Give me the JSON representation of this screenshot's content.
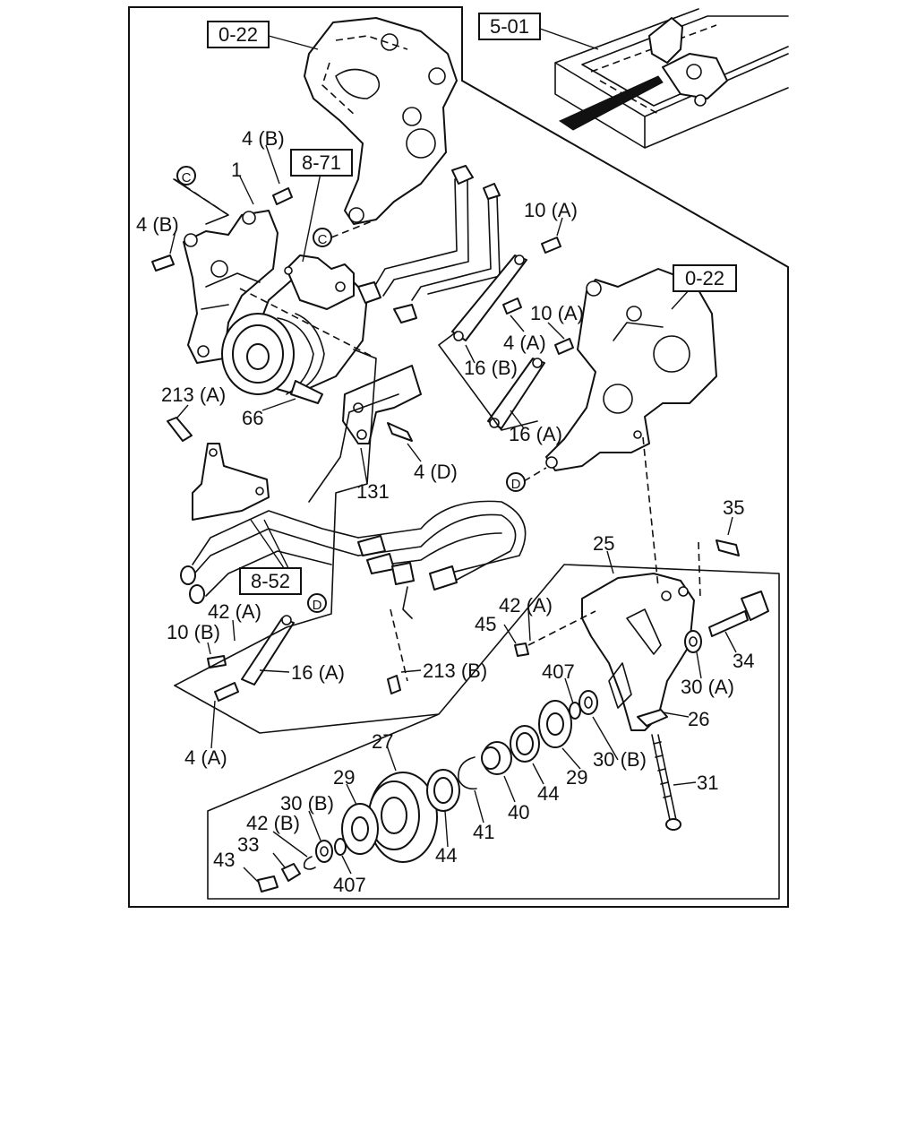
{
  "refs": {
    "r022_top": "0-22",
    "r501": "5-01",
    "r871": "8-71",
    "r022_right": "0-22",
    "r852": "8-52"
  },
  "circles": {
    "c1": "C",
    "c2": "C",
    "d1": "D",
    "d2": "D"
  },
  "labels": {
    "l_4b_top": "4 (B)",
    "l_1": "1",
    "l_4b_left": "4 (B)",
    "l_10a_top": "10 (A)",
    "l_10a_mid": "10 (A)",
    "l_4a_mid": "4 (A)",
    "l_16b": "16 (B)",
    "l_213a": "213 (A)",
    "l_66": "66",
    "l_16a_right": "16 (A)",
    "l_4d": "4 (D)",
    "l_131": "131",
    "l_35": "35",
    "l_25": "25",
    "l_42a_left": "42 (A)",
    "l_10b": "10 (B)",
    "l_16a_low": "16 (A)",
    "l_4a_low": "4 (A)",
    "l_213b": "213 (B)",
    "l_45": "45",
    "l_42a_right": "42 (A)",
    "l_34": "34",
    "l_407_top": "407",
    "l_30a": "30 (A)",
    "l_26": "26",
    "l_27": "27",
    "l_29_left": "29",
    "l_30b_right": "30 (B)",
    "l_29_right": "29",
    "l_44_right": "44",
    "l_40": "40",
    "l_31": "31",
    "l_41": "41",
    "l_44_left": "44",
    "l_30b_left": "30 (B)",
    "l_42b": "42 (B)",
    "l_33": "33",
    "l_43": "43",
    "l_407_bottom": "407"
  }
}
